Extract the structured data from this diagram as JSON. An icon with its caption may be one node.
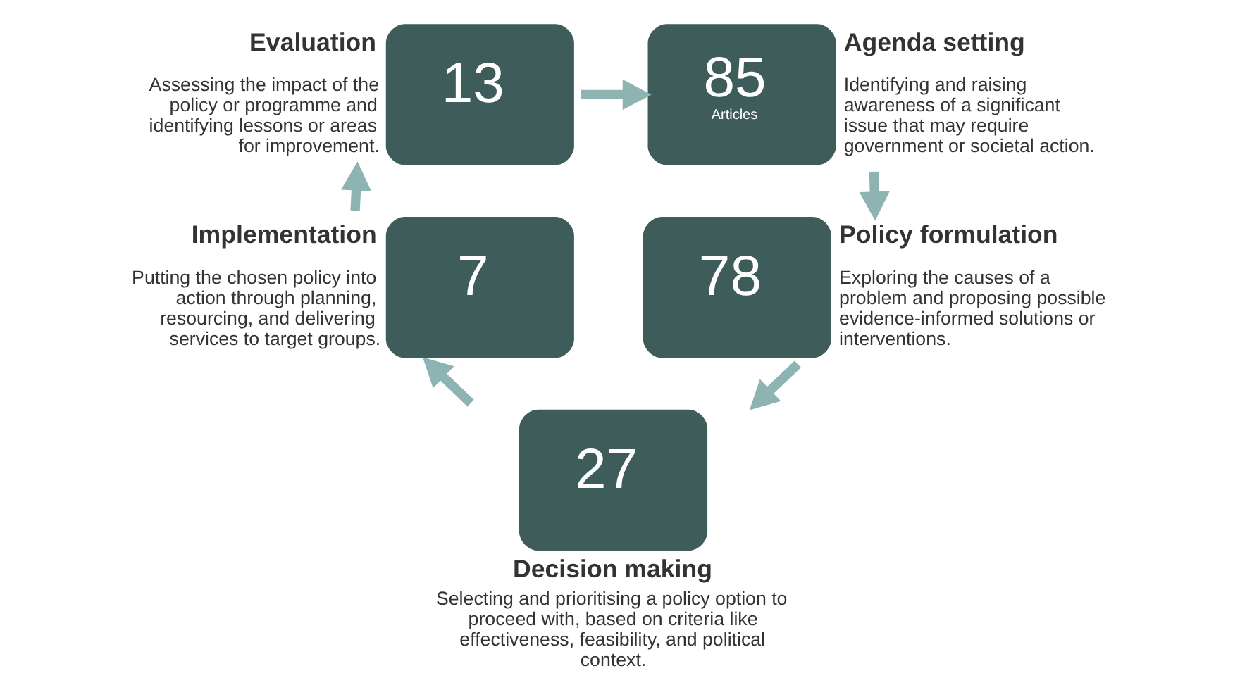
{
  "diagram": {
    "nodes": [
      {
        "text": [
          "85",
          "Articles"
        ],
        "beside": [
          "Agenda setting",
          "Identifying and raising awareness of a significant issue that may require government or societal action."
        ]
      },
      {
        "text": [
          "78"
        ],
        "beside": [
          "Policy formulation",
          "Exploring the causes of a problem and proposing possible evidence-informed solutions or interventions."
        ]
      },
      {
        "text": [
          "27"
        ],
        "beside": [
          "Decision making",
          "Selecting and prioritising a policy option to proceed with, based on criteria like effectiveness, feasibility, and political context."
        ]
      },
      {
        "text": [
          "7"
        ],
        "beside": [
          "Implementation",
          "Putting the chosen policy into action through planning, resourcing, and delivering services to target groups."
        ]
      },
      {
        "text": [
          "13"
        ],
        "beside": [
          "Evaluation",
          "Assessing the impact of the policy or programme and identifying lessons or areas for improvement."
        ]
      }
    ],
    "edges": [
      {
        "from": 0,
        "to": 1,
        "arrow": "to"
      },
      {
        "from": 1,
        "to": 2,
        "arrow": "to"
      },
      {
        "from": 2,
        "to": 3,
        "arrow": "to"
      },
      {
        "from": 3,
        "to": 4,
        "arrow": "to"
      },
      {
        "from": 4,
        "to": 0,
        "arrow": "to"
      }
    ]
  }
}
